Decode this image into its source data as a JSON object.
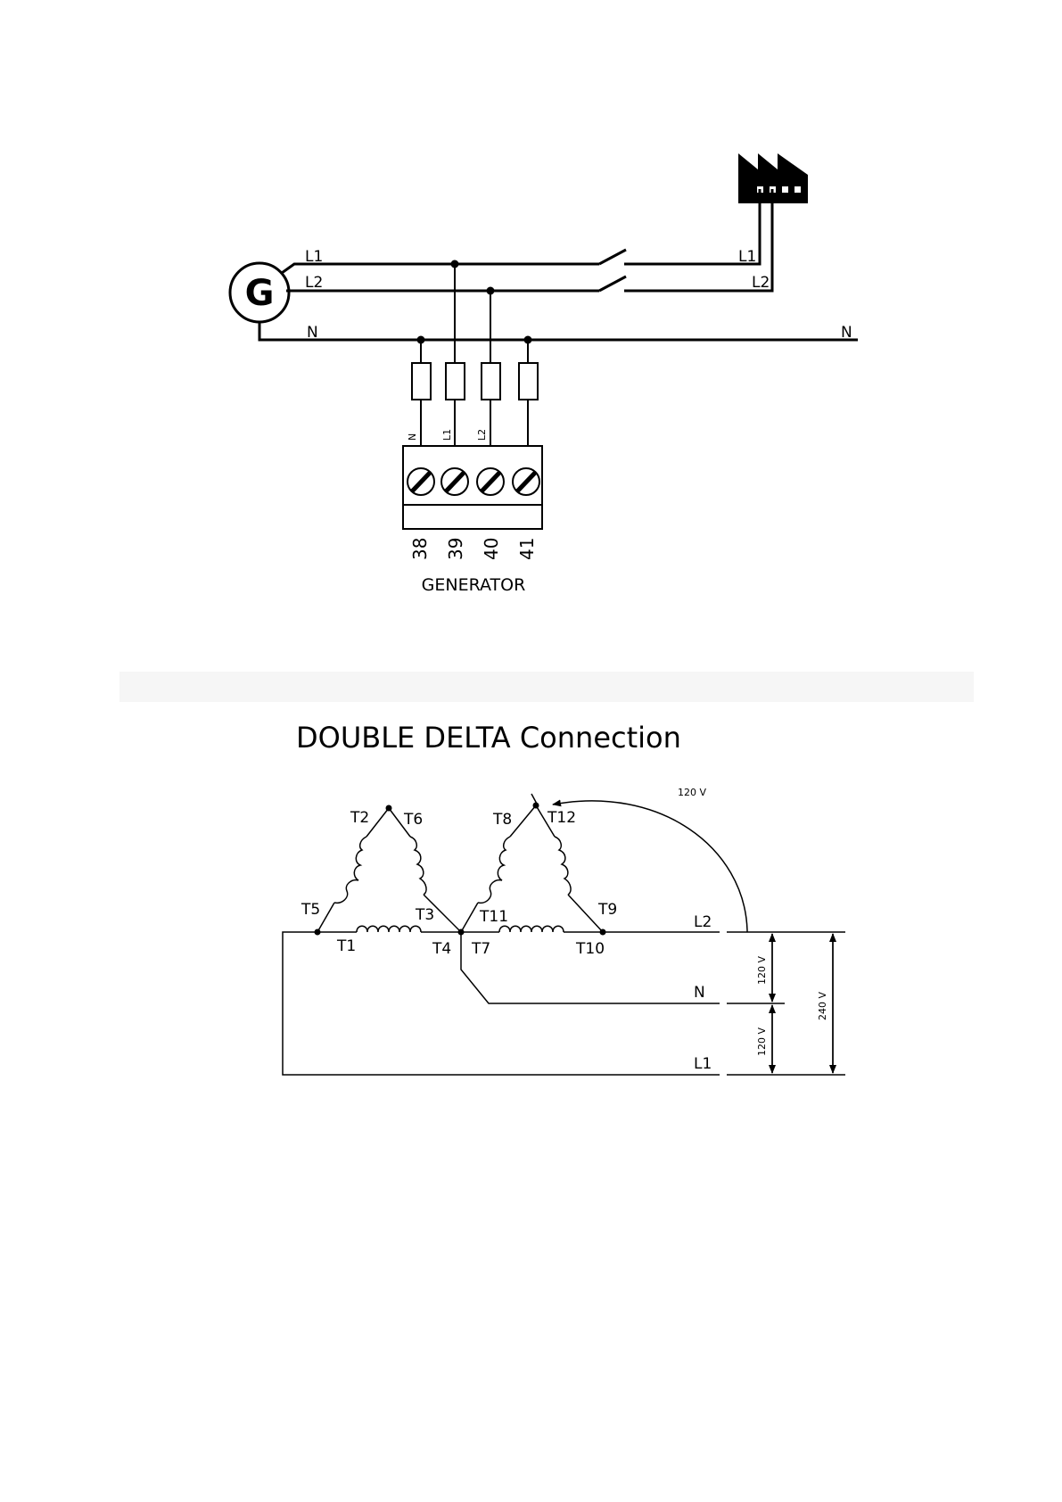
{
  "upper": {
    "generator_symbol": "G",
    "gen_line_labels": [
      "L1",
      "L2",
      "N"
    ],
    "load_line_labels": [
      "L1",
      "L2",
      "N"
    ],
    "fuse_labels": [
      "N",
      "L1",
      "L2"
    ],
    "terminal_numbers": [
      "38",
      "39",
      "40",
      "41"
    ],
    "module_label": "GENERATOR",
    "load_icon": "factory-icon"
  },
  "lower": {
    "title": "DOUBLE DELTA Connection",
    "winding_labels": {
      "t1": "T1",
      "t2": "T2",
      "t3": "T3",
      "t4": "T4",
      "t5": "T5",
      "t6": "T6",
      "t7": "T7",
      "t8": "T8",
      "t9": "T9",
      "t10": "T10",
      "t11": "T11",
      "t12": "T12"
    },
    "output_labels": {
      "l2": "L2",
      "n": "N",
      "l1": "L1"
    },
    "voltages": {
      "arc": "120 V",
      "upper": "120 V",
      "lower": "120 V",
      "total": "240 V"
    }
  }
}
